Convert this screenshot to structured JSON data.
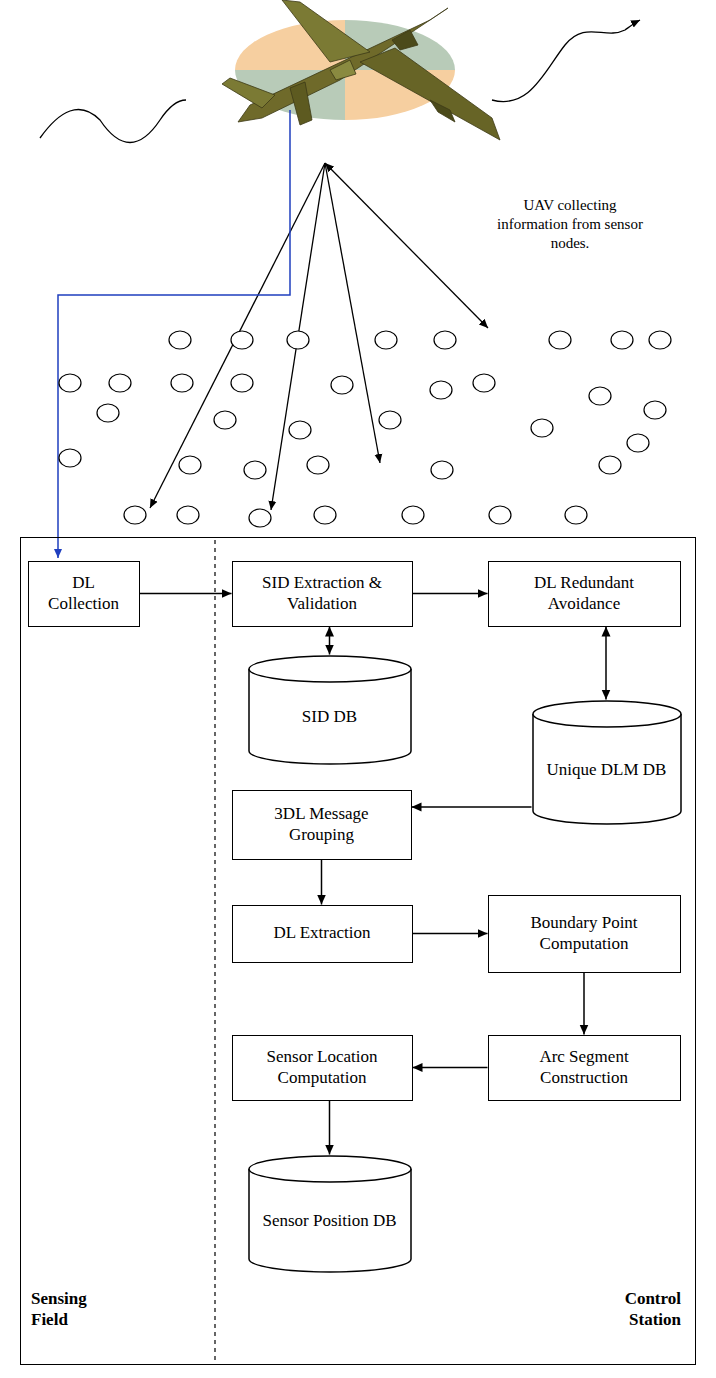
{
  "diagram": {
    "nodes": [
      {
        "text": [
          "Sensing Field",
          "Control Station"
        ]
      },
      {
        "text": [
          "DL Collection"
        ],
        "in": 0
      },
      {
        "text": [
          "SID Extraction & Validation"
        ],
        "in": 0
      },
      {
        "text": [
          "DL Redundant Avoidance"
        ],
        "in": 0
      },
      {
        "text": [
          "SID DB"
        ],
        "in": 0
      },
      {
        "text": [
          "3DL Message Grouping"
        ],
        "in": 0
      },
      {
        "text": [
          "Unique DLM DB"
        ],
        "in": 0
      },
      {
        "text": [
          "DL Extraction"
        ],
        "in": 0
      },
      {
        "text": [
          "Boundary Point Computation"
        ],
        "in": 0
      },
      {
        "text": [
          "Arc Segment Construction"
        ],
        "in": 0
      },
      {
        "text": [
          "Sensor Location Computation"
        ],
        "in": 0
      },
      {
        "text": [
          "Sensor Position DB"
        ],
        "in": 0
      }
    ],
    "edges": [
      {
        "from": 1,
        "to": 2,
        "arrow": "to"
      },
      {
        "from": 2,
        "to": 4,
        "arrow": "both"
      },
      {
        "from": 2,
        "to": 3,
        "arrow": "to"
      },
      {
        "from": 3,
        "to": 6,
        "arrow": "both"
      },
      {
        "from": 6,
        "to": 5,
        "arrow": "to"
      },
      {
        "from": 5,
        "to": 7,
        "arrow": "to"
      },
      {
        "from": 7,
        "to": 8,
        "arrow": "to"
      },
      {
        "from": 8,
        "to": 9,
        "arrow": "to"
      },
      {
        "from": 9,
        "to": 10,
        "arrow": "to"
      },
      {
        "from": 10,
        "to": 11,
        "arrow": "to"
      }
    ],
    "labels": [
      "UAV collecting information from sensor nodes."
    ]
  }
}
